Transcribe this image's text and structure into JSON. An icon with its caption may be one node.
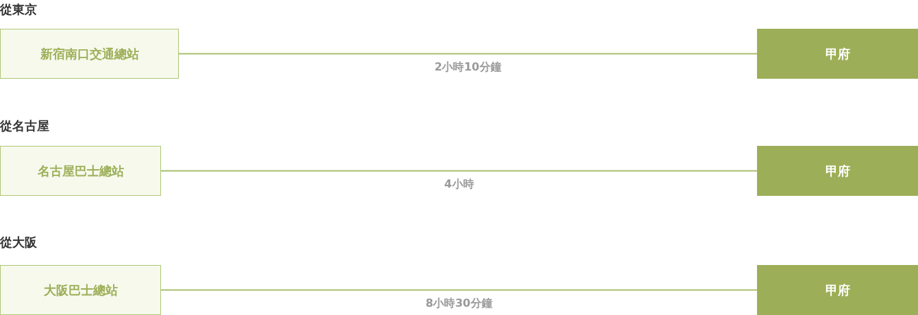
{
  "diagram": {
    "nodes": [
      {
        "text": [
          "新宿南口交通總站"
        ]
      },
      {
        "text": [
          "甲府"
        ]
      },
      {
        "text": [
          "名古屋巴士總站"
        ]
      },
      {
        "text": [
          "甲府"
        ]
      },
      {
        "text": [
          "大阪巴士總站"
        ]
      },
      {
        "text": [
          "甲府"
        ]
      }
    ],
    "edges": [
      {
        "from": 0,
        "to": 1,
        "arrow": "none",
        "label": "2小時10分鐘"
      },
      {
        "from": 2,
        "to": 3,
        "arrow": "none",
        "label": "4小時"
      },
      {
        "from": 4,
        "to": 5,
        "arrow": "none",
        "label": "8小時30分鐘"
      }
    ],
    "labels": [
      "從東京",
      "從名古屋",
      "從大阪"
    ]
  }
}
